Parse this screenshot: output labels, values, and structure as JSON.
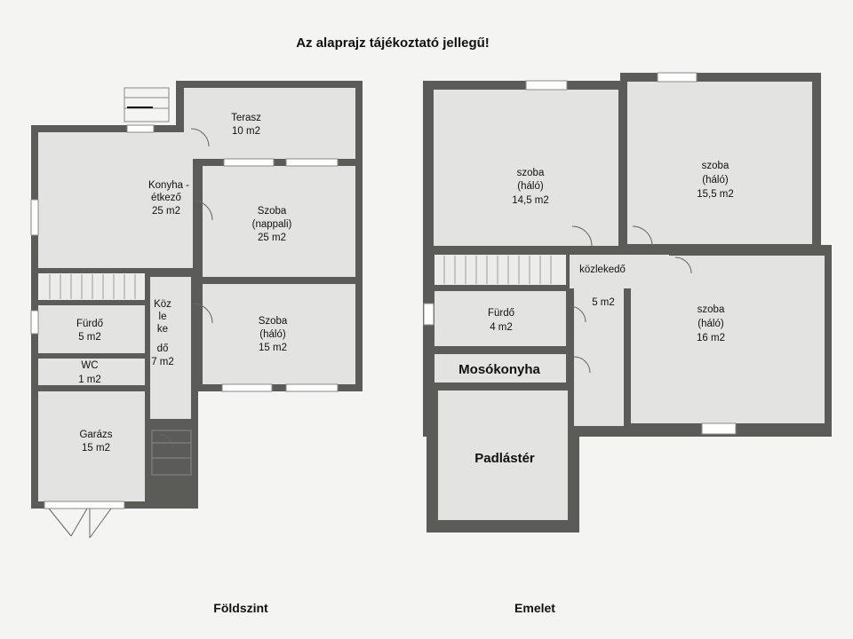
{
  "header": {
    "title": "Az alaprajz tájékoztató jellegű!"
  },
  "ground_floor": {
    "caption": "Földszint",
    "rooms": {
      "terasz": [
        "Terasz",
        "10 m2"
      ],
      "konyha": [
        "Konyha -",
        "étkező",
        "25 m2"
      ],
      "nappali": [
        "Szoba",
        "(nappali)",
        "25 m2"
      ],
      "halo": [
        "Szoba",
        "(háló)",
        "15 m2"
      ],
      "furdo": [
        "Fürdő",
        "5 m2"
      ],
      "wc": [
        "WC",
        "1 m2"
      ],
      "garazs": [
        "Garázs",
        "15 m2"
      ],
      "kozlekedo": [
        "Köz",
        "le",
        "ke",
        "dő",
        "7 m2"
      ]
    }
  },
  "upper_floor": {
    "caption": "Emelet",
    "rooms": {
      "szoba1": [
        "szoba",
        "(háló)",
        "14,5 m2"
      ],
      "szoba2": [
        "szoba",
        "(háló)",
        "15,5 m2"
      ],
      "szoba3": [
        "szoba",
        "(háló)",
        "16 m2"
      ],
      "kozlekedo": [
        "közlekedő",
        "5 m2"
      ],
      "furdo": [
        "Fürdő",
        "4 m2"
      ],
      "mosokonyha": "Mosókonyha",
      "padlaster": "Padlástér"
    }
  },
  "colors": {
    "wall": "#5b5b58",
    "floor": "#e3e3e1",
    "background": "#f4f4f2",
    "window": "#ffffff"
  }
}
